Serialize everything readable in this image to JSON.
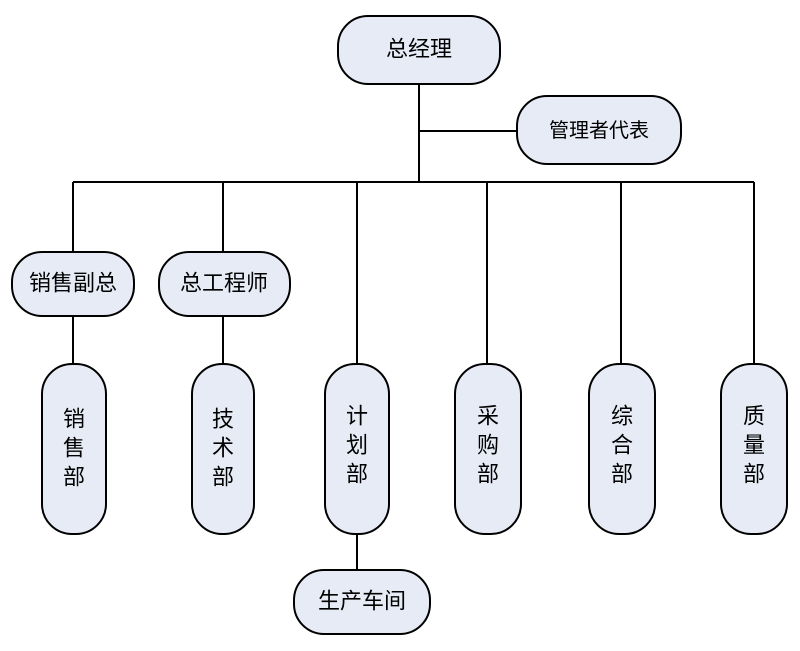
{
  "colors": {
    "node_fill": "#e6ebf5",
    "node_border": "#000000",
    "connector": "#000000",
    "text": "#000000",
    "background": "#ffffff"
  },
  "nodes": {
    "general_manager": "总经理",
    "management_representative": "管理者代表",
    "sales_vp": "销售副总",
    "chief_engineer": "总工程师",
    "sales_dept": "销售部",
    "technology_dept": "技术部",
    "planning_dept": "计划部",
    "purchasing_dept": "采购部",
    "general_affairs_dept": "综合部",
    "quality_dept": "质量部",
    "production_workshop": "生产车间"
  }
}
